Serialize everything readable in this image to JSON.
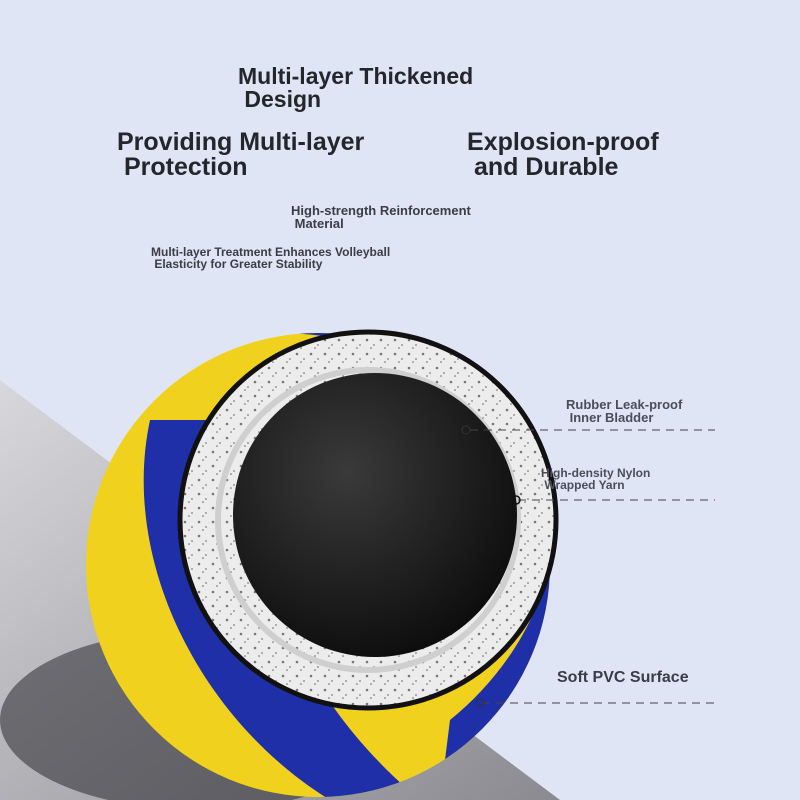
{
  "headline": {
    "line1": "Multi-layer Thickened",
    "line2": " Design"
  },
  "feature_left": {
    "line1": "Providing Multi-layer",
    "line2": " Protection"
  },
  "feature_right": {
    "line1": "Explosion-proof",
    "line2": " and Durable"
  },
  "material": {
    "line1": "High-strength Reinforcement",
    "line2": " Material"
  },
  "treatment": {
    "line1": "Multi-layer Treatment Enhances Volleyball",
    "line2": " Elasticity for Greater Stability"
  },
  "callouts": [
    {
      "line1": "Rubber Leak-proof",
      "line2": " Inner Bladder"
    },
    {
      "line1": "High-density Nylon",
      "line2": " Wrapped Yarn"
    },
    {
      "line1": "Soft PVC Surface"
    }
  ],
  "colors": {
    "background": "#e0e5f6",
    "ball_yellow": "#f0d21e",
    "ball_blue": "#1e2fa8",
    "core": "#1a1a1a"
  }
}
